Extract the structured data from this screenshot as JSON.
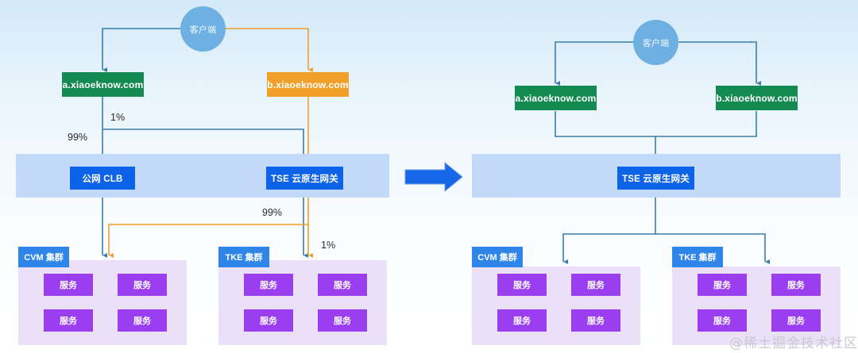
{
  "diagram": {
    "title": "TSE cloud native gateway migration architecture",
    "colors": {
      "client": "#6fb0e2",
      "domain_green": "#138a52",
      "domain_orange": "#f0a029",
      "gateway_blue": "#0d63e8",
      "band_blue": "#c3d9fa",
      "cluster_panel": "#eae1f8",
      "cluster_tag": "#2f86e8",
      "service_purple": "#9a3ef0",
      "edge_blue": "#3b7ea8",
      "edge_orange": "#f0a029",
      "transition_arrow": "#1668e8",
      "background_top": "#d3e9f9",
      "background_bottom": "#ffffff"
    },
    "left": {
      "client": "客户端",
      "domain_a": "a.xiaoeknow.com",
      "domain_b": "b.xiaoeknow.com",
      "clb": "公网 CLB",
      "gateway": "TSE 云原生网关",
      "edge_labels": {
        "a_to_gateway": "1%",
        "a_to_clb": "99%",
        "gateway_to_cvm": "99%",
        "gateway_to_tke": "1%"
      },
      "cvm_cluster": {
        "label": "CVM 集群",
        "services": [
          "服务",
          "服务",
          "服务",
          "服务"
        ]
      },
      "tke_cluster": {
        "label": "TKE 集群",
        "services": [
          "服务",
          "服务",
          "服务",
          "服务"
        ]
      }
    },
    "transition": {
      "icon": "right-arrow-icon"
    },
    "right": {
      "client": "客户端",
      "domain_a": "a.xiaoeknow.com",
      "domain_b": "b.xiaoeknow.com",
      "gateway": "TSE 云原生网关",
      "cvm_cluster": {
        "label": "CVM 集群",
        "services": [
          "服务",
          "服务",
          "服务",
          "服务"
        ]
      },
      "tke_cluster": {
        "label": "TKE 集群",
        "services": [
          "服务",
          "服务",
          "服务",
          "服务"
        ]
      }
    },
    "watermark": "@稀土掘金技术社区"
  }
}
